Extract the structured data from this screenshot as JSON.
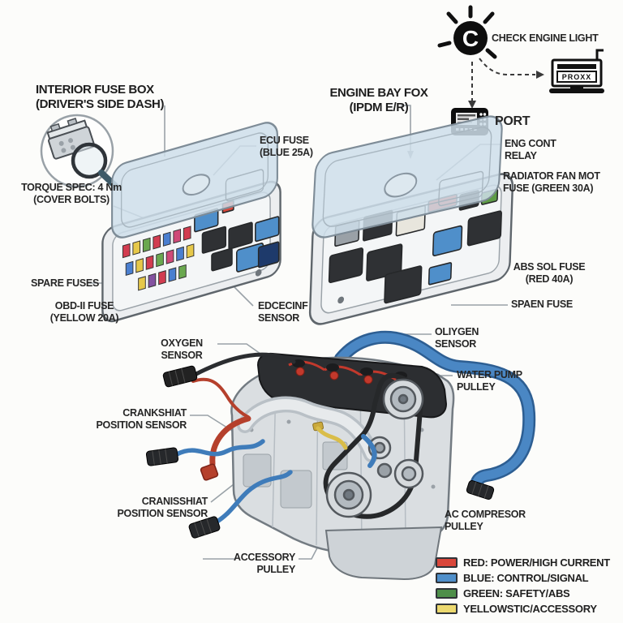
{
  "diagnostic_flow": {
    "check_engine_label": "CHECK ENGINE LIGHT",
    "scanner_screen_text": "PROXX",
    "port_label": "PORT"
  },
  "interior_fuse_box": {
    "title": "INTERIOR FUSE BOX\n(DRIVER'S SIDE DASH)",
    "labels": {
      "ecu_fuse": "ECU FUSE\n(BLUE 25A)",
      "torque_spec": "TORQUE SPEC: 4 Nm\n(COVER BOLTS)",
      "spare_fuses": "SPARE FUSES",
      "obd_fuse": "OBD-II FUSE\n(YELLOW 20A)",
      "sensor": "EDCECINF\nSENSOR"
    }
  },
  "engine_bay_box": {
    "title": "ENGINE BAY FOX\n(IPDM E/R)",
    "labels": {
      "eng_cont_relay": "ENG CONT\nRELAY",
      "radiator_fan_fuse": "RADIATOR FAN MOT\nFUSE (GREEN 30A)",
      "abs_sol_fuse": "ABS SOL FUSE\n(RED 40A)",
      "spare_fuse": "SPAEN FUSE"
    }
  },
  "engine": {
    "labels": {
      "oxygen_sensor_left": "OXYGEN\nSENSOR",
      "oxygen_sensor_right": "OLIYGEN\nSENSOR",
      "water_pump_pulley": "WATER PUMP\nPULLEY",
      "crank_sensor_upper": "CRANKSHIAT\nPOSITION SENSOR",
      "crank_sensor_lower": "CRANISSHIAT\nPOSITION SENSOR",
      "accessory_pulley": "ACCESSORY\nPULLEY",
      "ac_compressor_pulley": "AC COMPRESOR\nPULLEY"
    }
  },
  "legend": {
    "items": [
      {
        "color": "#d9473b",
        "label": "RED: POWER/HIGH CURRENT"
      },
      {
        "color": "#4f8fca",
        "label": "BLUE: CONTROL/SIGNAL"
      },
      {
        "color": "#4e8f4a",
        "label": "GREEN: SAFETY/ABS"
      },
      {
        "color": "#ecd96f",
        "label": "YELLOWSTIC/ACCESSORY"
      }
    ]
  }
}
